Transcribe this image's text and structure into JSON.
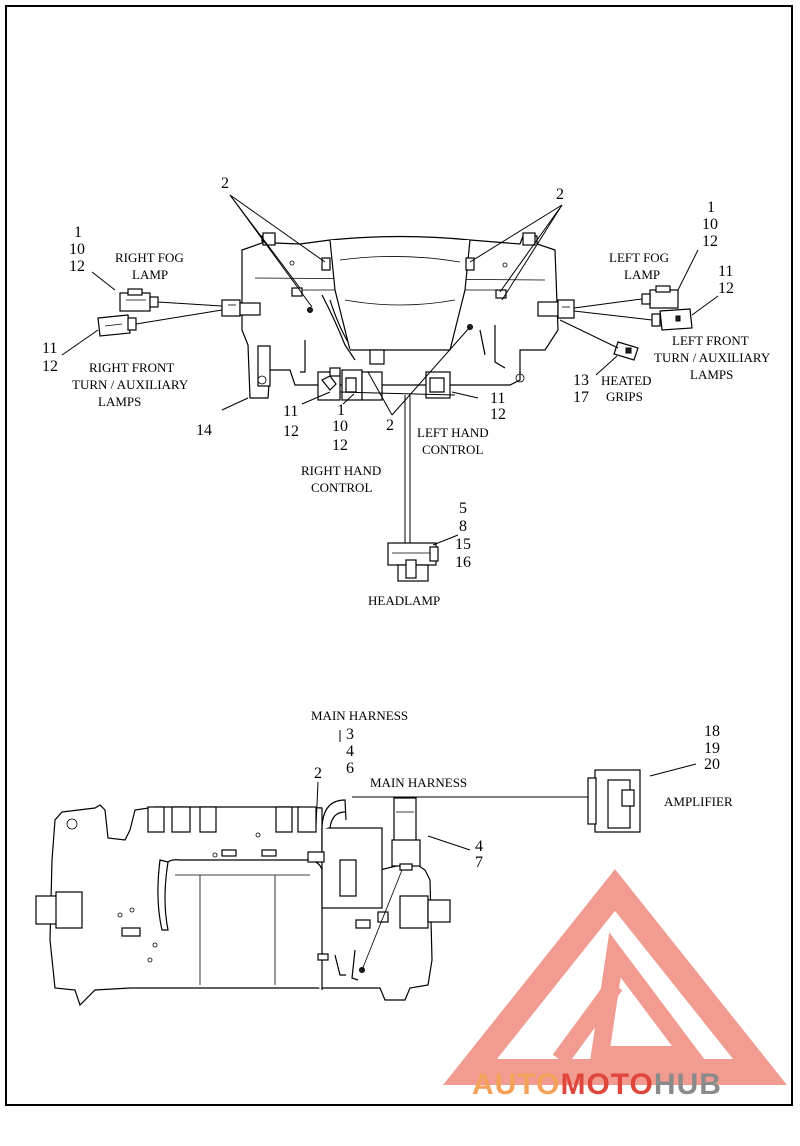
{
  "callouts": {
    "top_2_left": "2",
    "top_2_right": "2",
    "rfog_1": "1",
    "rfog_10": "10",
    "rfog_12": "12",
    "lfog_1": "1",
    "lfog_10": "10",
    "lfog_12": "12",
    "lturn_11": "11",
    "lturn_12": "12",
    "rturn_11": "11",
    "rturn_12": "12",
    "heated_13": "13",
    "heated_17": "17",
    "n14": "14",
    "rh_11": "11",
    "rh_12": "12",
    "rh_1": "1",
    "rh_10": "10",
    "rh_12b": "12",
    "mid_2": "2",
    "lh_11": "11",
    "lh_12": "12",
    "hl_5": "5",
    "hl_8": "8",
    "hl_15": "15",
    "hl_16": "16",
    "mh_3": "3",
    "mh_4": "4",
    "mh_6": "6",
    "low_2": "2",
    "amp_18": "18",
    "amp_19": "19",
    "amp_20": "20",
    "conn_4": "4",
    "conn_7": "7"
  },
  "labels": {
    "right_fog_1": "RIGHT FOG",
    "right_fog_2": "LAMP",
    "left_fog_1": "LEFT FOG",
    "left_fog_2": "LAMP",
    "right_front_1": "RIGHT FRONT",
    "right_front_2": "TURN / AUXILIARY",
    "right_front_3": "LAMPS",
    "left_front_1": "LEFT FRONT",
    "left_front_2": "TURN / AUXILIARY",
    "left_front_3": "LAMPS",
    "heated_1": "HEATED",
    "heated_2": "GRIPS",
    "left_hand_1": "LEFT HAND",
    "left_hand_2": "CONTROL",
    "right_hand_1": "RIGHT HAND",
    "right_hand_2": "CONTROL",
    "headlamp": "HEADLAMP",
    "main_harness_top": "MAIN HARNESS",
    "main_harness_mid": "MAIN HARNESS",
    "amplifier": "AMPLIFIER"
  },
  "watermark": {
    "part1": "AUTO",
    "part2": "MOTO",
    "part3": "HUB",
    "color_orange": "#f4a25a",
    "color_red": "#e0473c",
    "color_gray": "#8a8a8a",
    "logo_color": "#f08a7e"
  }
}
